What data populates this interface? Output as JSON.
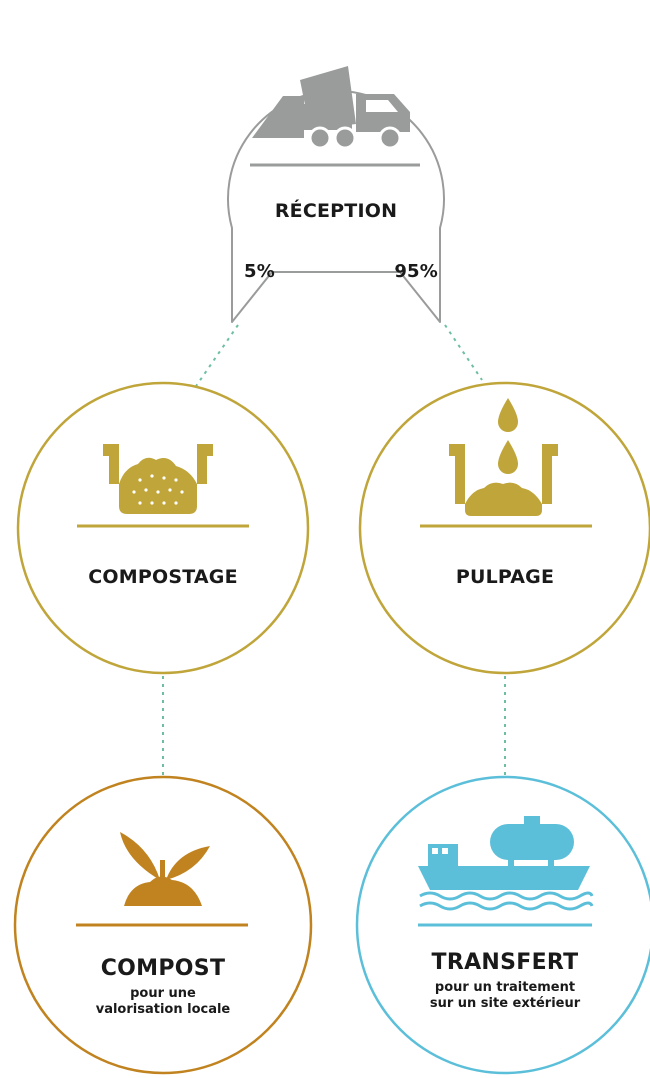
{
  "colors": {
    "reception": "#9a9c9b",
    "compostage": "#bfa53a",
    "pulpage": "#bfa53a",
    "compost": "#c0831f",
    "transfert": "#5cbfd9",
    "connector": "#6dbfa0"
  },
  "nodes": {
    "reception": {
      "title": "RÉCEPTION",
      "split_left": "5%",
      "split_right": "95%",
      "icon": "dump-truck-icon"
    },
    "compostage": {
      "title": "COMPOSTAGE",
      "icon": "compost-bin-icon"
    },
    "pulpage": {
      "title": "PULPAGE",
      "icon": "pulping-tank-icon"
    },
    "compost": {
      "title": "COMPOST",
      "subtitle_line1": "pour une",
      "subtitle_line2": "valorisation locale",
      "icon": "sprout-icon"
    },
    "transfert": {
      "title": "TRANSFERT",
      "subtitle_line1": "pour un traitement",
      "subtitle_line2": "sur un site extérieur",
      "icon": "tanker-ship-icon"
    }
  }
}
